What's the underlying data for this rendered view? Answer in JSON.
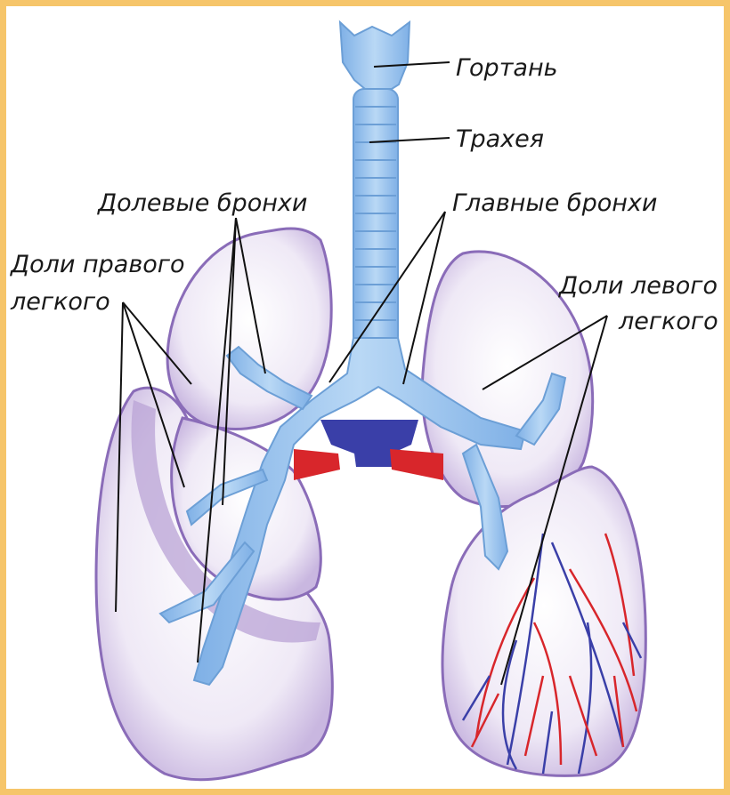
{
  "labels": {
    "larynx": "Гортань",
    "trachea": "Трахея",
    "lobar_bronchi": "Долевые бронхи",
    "main_bronchi": "Главные бронхи",
    "right_lobes_line1": "Доли правого",
    "right_lobes_line2": "легкого",
    "left_lobes_line1": "Доли левого",
    "left_lobes_line2": "легкого"
  },
  "colors": {
    "frame": "#f6c56a",
    "lung_fill": "#ece6f4",
    "lung_outline": "#8a6cb8",
    "lobe_shade": "#b9a3d6",
    "airway": "#9ec6ee",
    "airway_dark": "#6c9fd6",
    "vein": "#3a3fa8",
    "artery": "#d8262b"
  }
}
